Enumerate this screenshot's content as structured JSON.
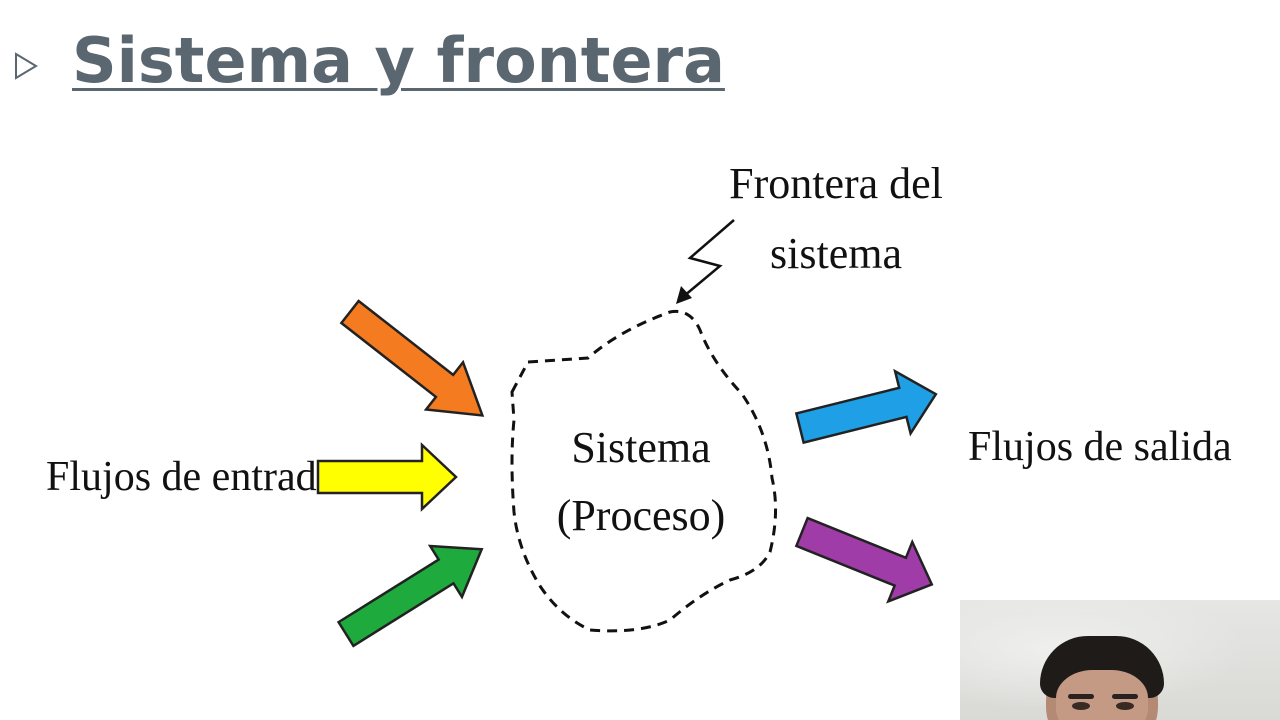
{
  "slide": {
    "title": "Sistema y frontera"
  },
  "diagram": {
    "boundary_label_line1": "Frontera del",
    "boundary_label_line2": "sistema",
    "system_label_line1": "Sistema",
    "system_label_line2": "(Proceso)",
    "inputs_label": "Flujos de entrada",
    "outputs_label": "Flujos de salida",
    "input_arrows": [
      {
        "color": "#f47b20",
        "name": "orange"
      },
      {
        "color": "#ffff00",
        "name": "yellow"
      },
      {
        "color": "#1eaa3c",
        "name": "green"
      }
    ],
    "output_arrows": [
      {
        "color": "#1e9fe6",
        "name": "blue"
      },
      {
        "color": "#a03ca8",
        "name": "purple"
      }
    ]
  },
  "webcam": {
    "icon": "person-video-feed"
  }
}
